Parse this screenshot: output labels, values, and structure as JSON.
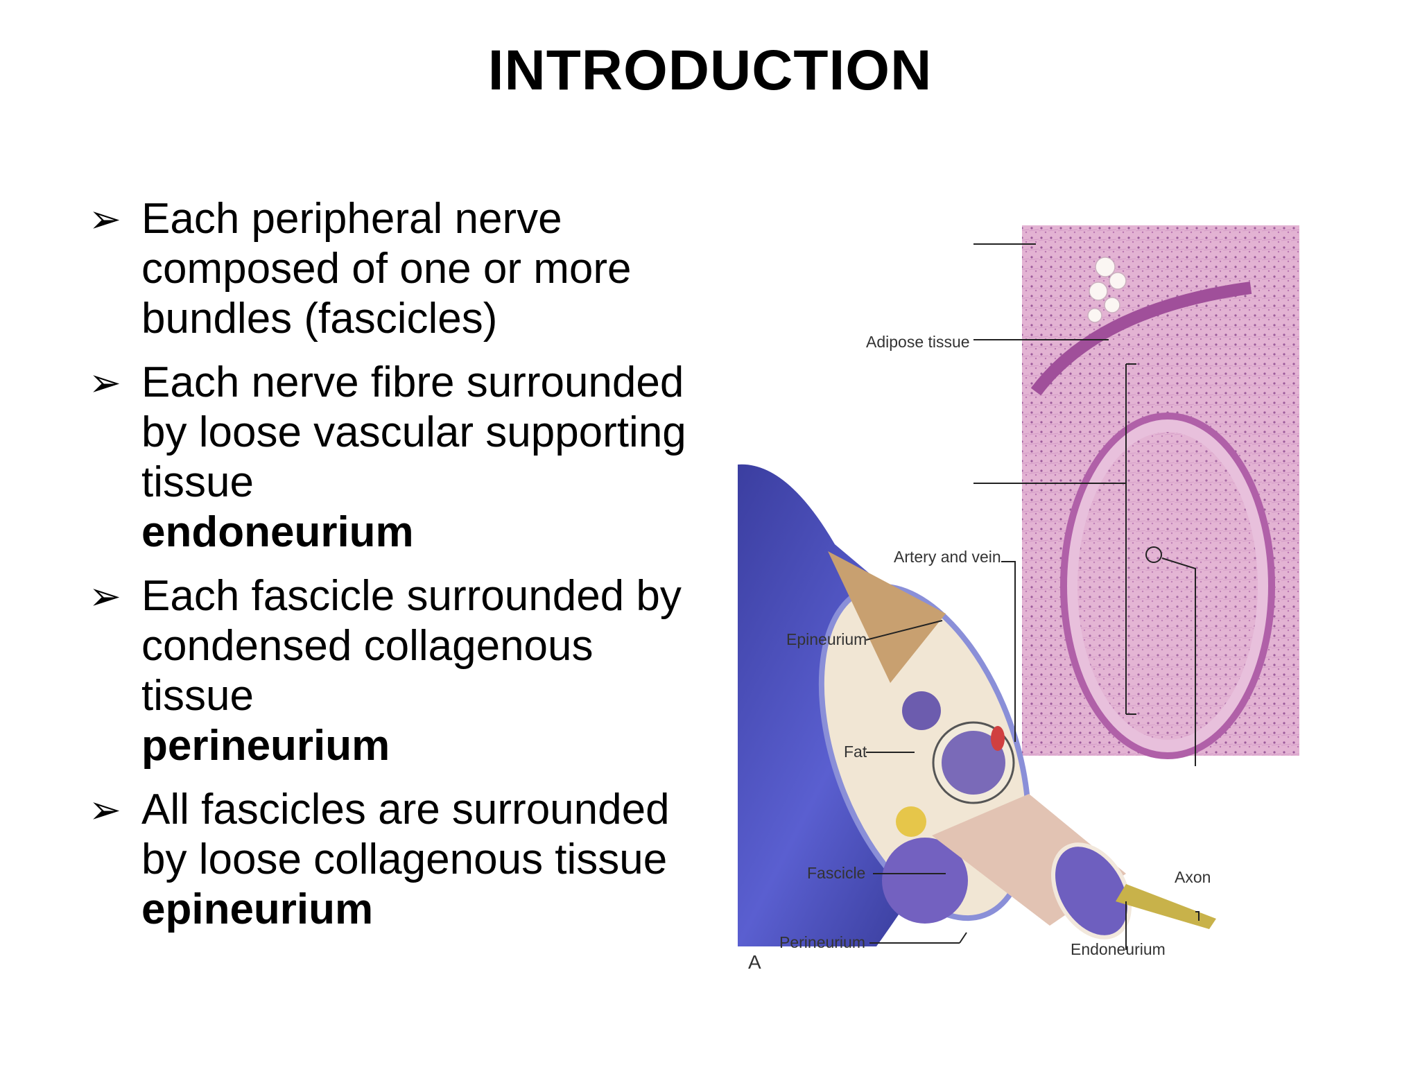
{
  "slide": {
    "title": "INTRODUCTION",
    "bullets": [
      {
        "text": "Each peripheral nerve composed of one or more bundles (fascicles)",
        "term": ""
      },
      {
        "text": "Each nerve fibre surrounded by loose vascular supporting tissue",
        "term": "endoneurium"
      },
      {
        "text": "Each fascicle surrounded by condensed collagenous tissue",
        "term": "perineurium"
      },
      {
        "text": "All fascicles are surrounded by loose collagenous tissue",
        "term": "epineurium"
      }
    ]
  },
  "figure": {
    "panel_letter": "A",
    "labels": {
      "adipose": "Adipose tissue",
      "artery": "Artery and vein",
      "epineurium": "Epineurium",
      "fat": "Fat",
      "fascicle": "Fascicle",
      "perineurium": "Perineurium",
      "axon": "Axon",
      "endoneurium": "Endoneurium"
    }
  }
}
